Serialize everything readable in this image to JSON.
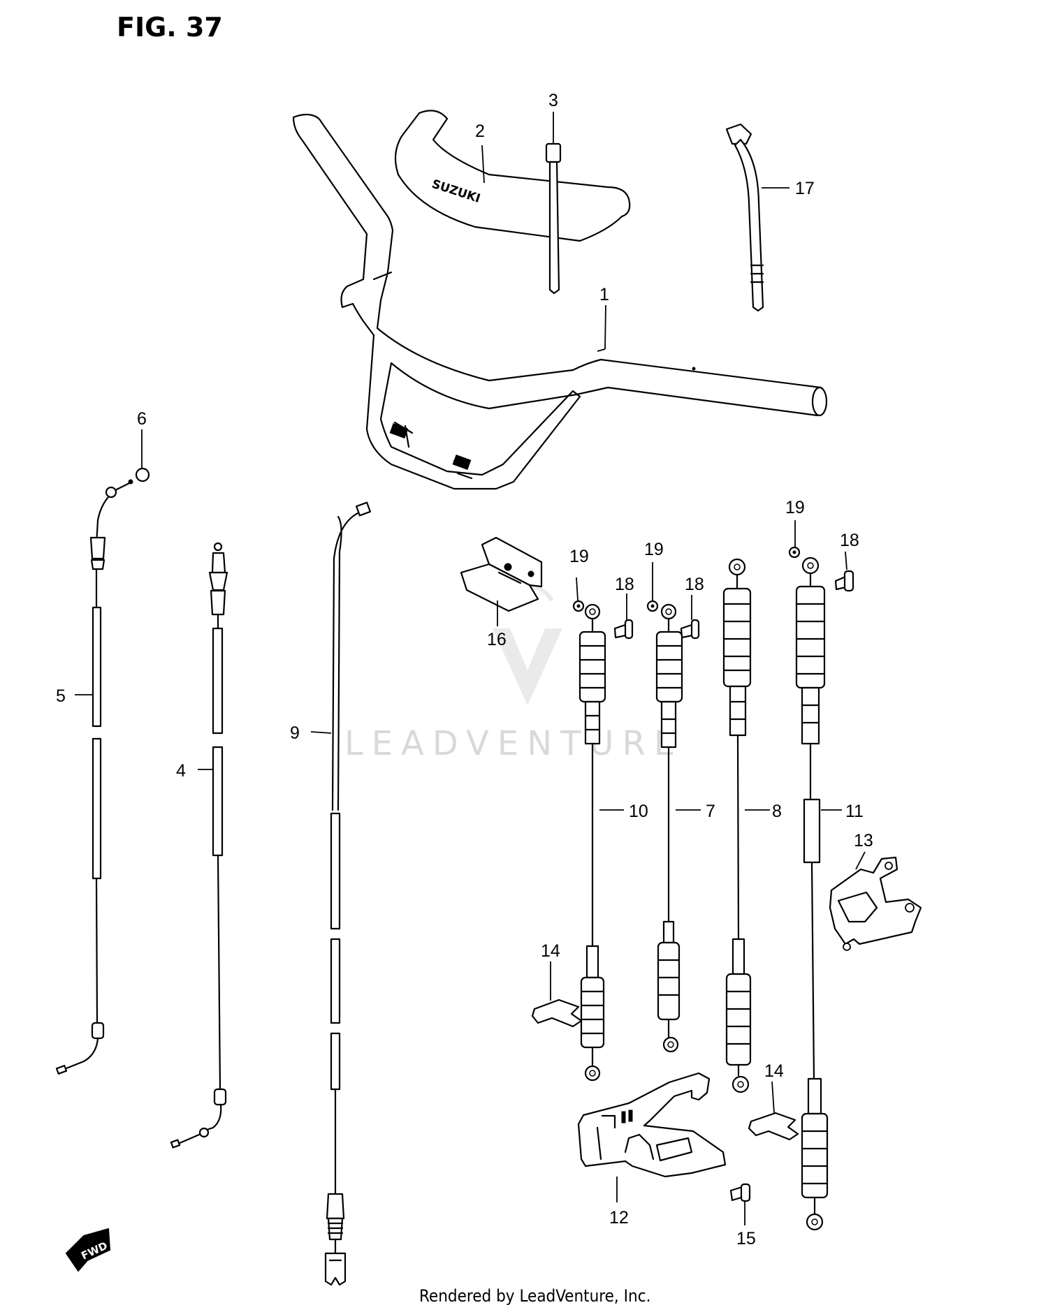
{
  "figure": {
    "title": "FIG. 37"
  },
  "watermark": {
    "text": "LEADVENTURE"
  },
  "footer": {
    "text": "Rendered by LeadVenture, Inc."
  },
  "fwd_label": "FWD",
  "grip_brand": "SUZUKI",
  "callouts": {
    "c1": "1",
    "c2": "2",
    "c3": "3",
    "c4": "4",
    "c5": "5",
    "c6": "6",
    "c7": "7",
    "c8": "8",
    "c9": "9",
    "c10": "10",
    "c11": "11",
    "c12": "12",
    "c13": "13",
    "c14a": "14",
    "c14b": "14",
    "c15": "15",
    "c16": "16",
    "c17": "17",
    "c18a": "18",
    "c18b": "18",
    "c18c": "18",
    "c19a": "19",
    "c19b": "19",
    "c19c": "19"
  }
}
